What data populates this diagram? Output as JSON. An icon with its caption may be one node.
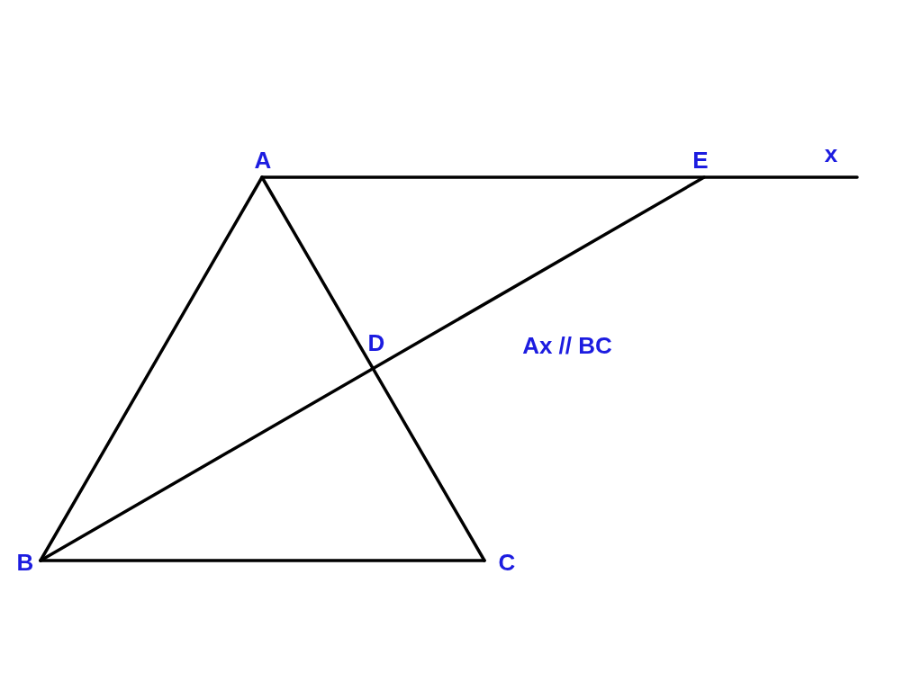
{
  "diagram": {
    "labels": [
      "A",
      "E",
      "x",
      "D",
      "Ax // BC",
      "B",
      "C"
    ]
  }
}
